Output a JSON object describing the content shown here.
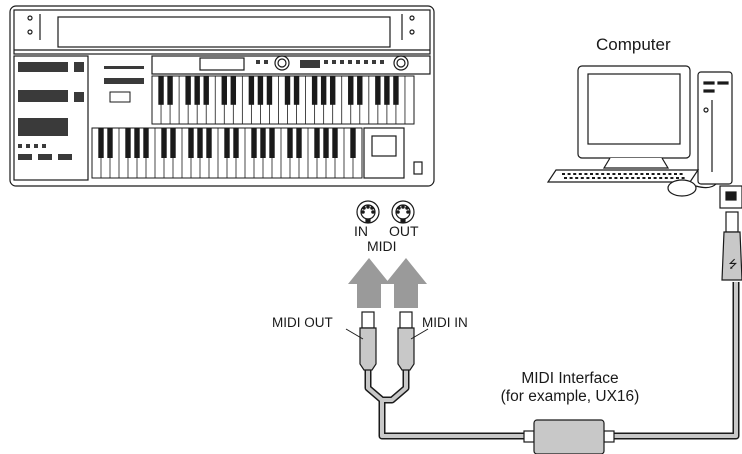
{
  "labels": {
    "computer": "Computer",
    "port_in": "IN",
    "port_out": "OUT",
    "midi": "MIDI",
    "cable_midi_out": "MIDI OUT",
    "cable_midi_in": "MIDI IN",
    "interface_line1": "MIDI Interface",
    "interface_line2": "(for example, UX16)"
  },
  "colors": {
    "line": "#1a1a1a",
    "cable_fill": "#c8c8c8",
    "arrow_fill": "#9a9a9a"
  }
}
